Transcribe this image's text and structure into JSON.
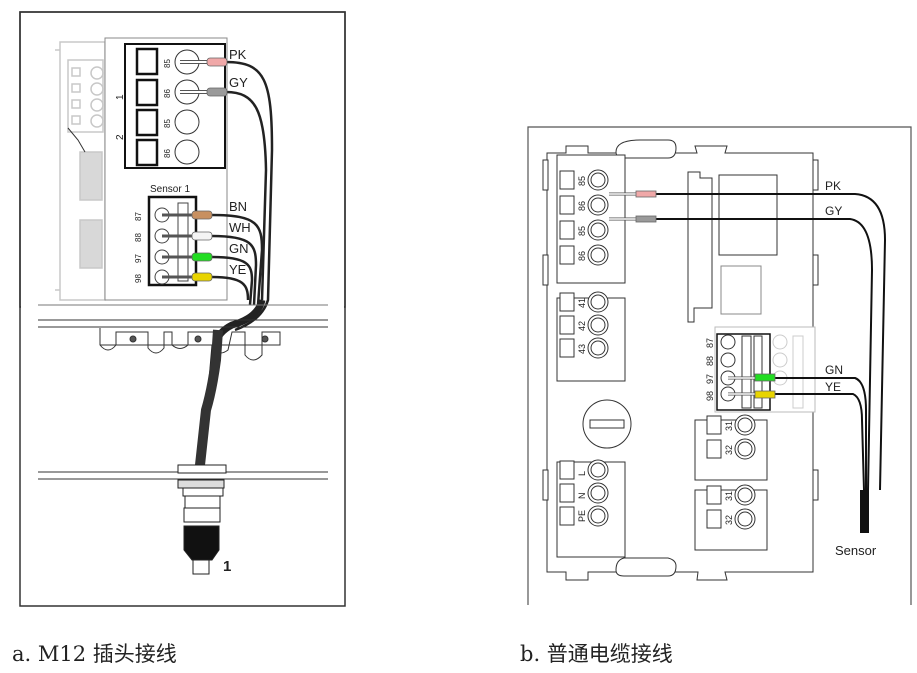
{
  "figure_a": {
    "caption": "a. M12 插头接线",
    "upper_terminal": {
      "group_labels": [
        "1",
        "2"
      ],
      "pins": [
        "85",
        "86",
        "85",
        "86"
      ]
    },
    "sensor_terminal": {
      "title": "Sensor 1",
      "pins": [
        "87",
        "88",
        "97",
        "98"
      ]
    },
    "wires": [
      {
        "label": "PK",
        "color": "#f0a8a8"
      },
      {
        "label": "GY",
        "color": "#9a9a9a"
      },
      {
        "label": "BN",
        "color": "#c89060"
      },
      {
        "label": "WH",
        "color": "#f4f4f4"
      },
      {
        "label": "GN",
        "color": "#22dd22"
      },
      {
        "label": "YE",
        "color": "#e8d400"
      }
    ],
    "connector_label": "1"
  },
  "figure_b": {
    "caption": "b. 普通电缆接线",
    "left_terminals": [
      {
        "pins": [
          "85",
          "86",
          "85",
          "86"
        ]
      },
      {
        "pins": [
          "41",
          "42",
          "43"
        ]
      },
      {
        "pins": [
          "L",
          "N",
          "PE"
        ]
      }
    ],
    "right_terminals": [
      {
        "pins": [
          "31",
          "32"
        ]
      },
      {
        "pins": [
          "31",
          "32"
        ]
      }
    ],
    "sensor_terminal": {
      "pins": [
        "87",
        "88",
        "97",
        "98"
      ]
    },
    "wires": [
      {
        "label": "PK",
        "color": "#f0a8a8"
      },
      {
        "label": "GY",
        "color": "#9a9a9a"
      },
      {
        "label": "GN",
        "color": "#22dd22"
      },
      {
        "label": "YE",
        "color": "#e8d400"
      }
    ],
    "sensor_label": "Sensor"
  }
}
